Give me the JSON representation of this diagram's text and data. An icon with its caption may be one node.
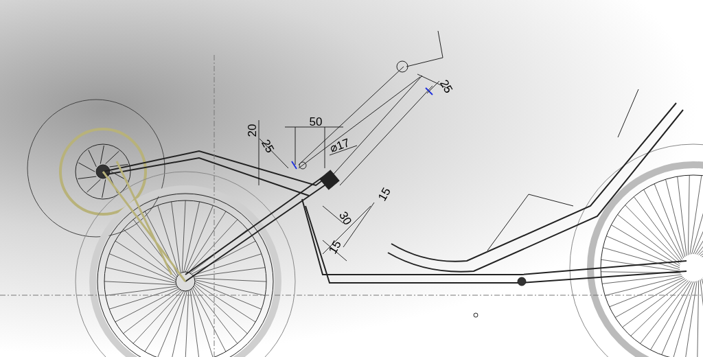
{
  "diagram": {
    "labels": [
      "25",
      "50",
      "20",
      "25",
      "⌀17",
      "15",
      "30",
      "15"
    ]
  }
}
